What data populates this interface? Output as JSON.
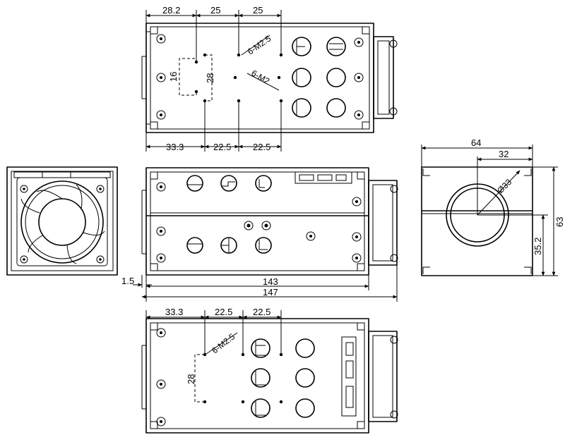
{
  "top_view": {
    "dim_top": [
      "28.2",
      "25",
      "25"
    ],
    "dim_bottom": [
      "33.3",
      "22.5",
      "22.5"
    ],
    "dim_16": "16",
    "dim_28": "28",
    "note_m25": "6-M2.5",
    "note_m2": "6-M2"
  },
  "side_view": {
    "dim_15": "1.5",
    "dim_143": "143",
    "dim_147": "147"
  },
  "end_view": {
    "dim_64": "64",
    "dim_32": "32",
    "dim_dia": "Ø33",
    "dim_63": "63",
    "dim_352": "35.2"
  },
  "bottom_view": {
    "dim_top": [
      "33.3",
      "22.5",
      "22.5"
    ],
    "note_m25": "6-M2.5",
    "dim_28": "28"
  }
}
